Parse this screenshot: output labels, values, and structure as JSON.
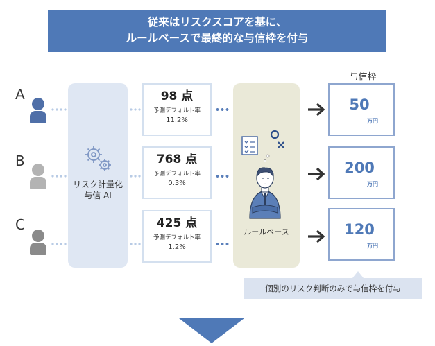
{
  "title": {
    "line1": "従来はリスクスコアを基に、",
    "line2": "ルールベースで最終的な与信枠を付与"
  },
  "column_header": "与信枠",
  "ai_panel_label": {
    "line1": "リスク計量化",
    "line2": "与信 AI"
  },
  "rule_panel_label": "ルールベース",
  "applicants": [
    {
      "letter": "A",
      "person_color": "#4f6fa8",
      "score": "98 点",
      "default_label": "予測デフォルト率",
      "default_rate": "11.2%",
      "limit_amount": "50",
      "limit_unit": "万円"
    },
    {
      "letter": "B",
      "person_color": "#b3b3b3",
      "score": "768 点",
      "default_label": "予測デフォルト率",
      "default_rate": "0.3%",
      "limit_amount": "200",
      "limit_unit": "万円"
    },
    {
      "letter": "C",
      "person_color": "#8a8a8a",
      "score": "425 点",
      "default_label": "予測デフォルト率",
      "default_rate": "1.2%",
      "limit_amount": "120",
      "limit_unit": "万円"
    }
  ],
  "callout": "個別のリスク判断のみで与信枠を付与",
  "colors": {
    "accent": "#4f79b7",
    "ai_panel": "#dfe7f3",
    "rule_panel": "#eae9d8",
    "limit_border": "#8ea6cf"
  },
  "icons": {
    "ai": "gears-icon",
    "rules": "checklist-icon",
    "decision": "circle-cross-icon",
    "person": "businessman-icon",
    "flow": "right-arrow-icon",
    "next": "down-arrow-icon"
  }
}
